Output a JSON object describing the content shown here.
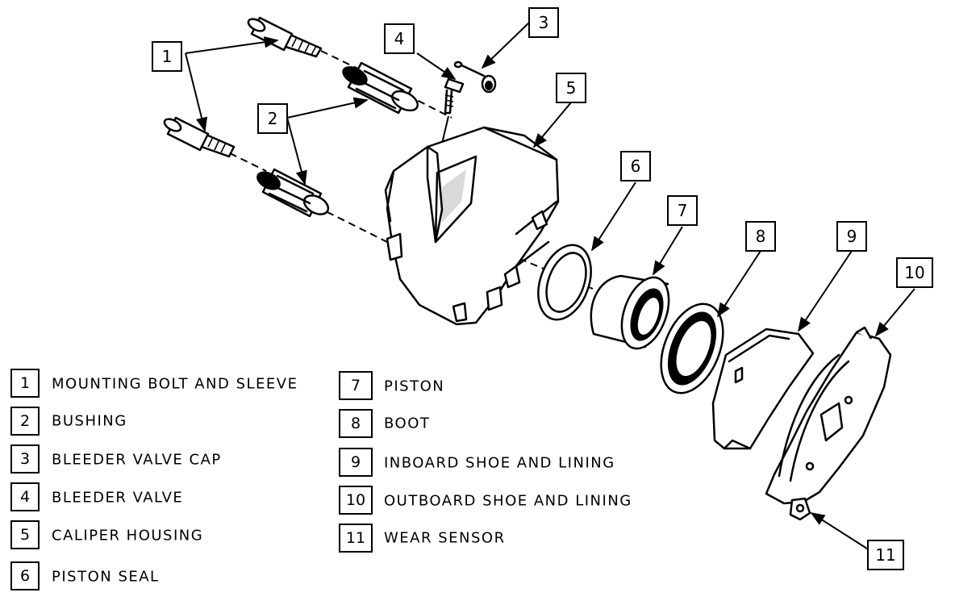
{
  "callouts": [
    {
      "n": "1"
    },
    {
      "n": "2"
    },
    {
      "n": "3"
    },
    {
      "n": "4"
    },
    {
      "n": "5"
    },
    {
      "n": "6"
    },
    {
      "n": "7"
    },
    {
      "n": "8"
    },
    {
      "n": "9"
    },
    {
      "n": "10"
    },
    {
      "n": "11"
    }
  ],
  "legend": [
    {
      "n": "1",
      "label": "MOUNTING BOLT AND SLEEVE"
    },
    {
      "n": "2",
      "label": "BUSHING"
    },
    {
      "n": "3",
      "label": "BLEEDER VALVE CAP"
    },
    {
      "n": "4",
      "label": "BLEEDER VALVE"
    },
    {
      "n": "5",
      "label": "CALIPER HOUSING"
    },
    {
      "n": "6",
      "label": "PISTON SEAL"
    },
    {
      "n": "7",
      "label": "PISTON"
    },
    {
      "n": "8",
      "label": "BOOT"
    },
    {
      "n": "9",
      "label": "INBOARD SHOE AND LINING"
    },
    {
      "n": "10",
      "label": "OUTBOARD SHOE AND LINING"
    },
    {
      "n": "11",
      "label": "WEAR SENSOR"
    }
  ]
}
